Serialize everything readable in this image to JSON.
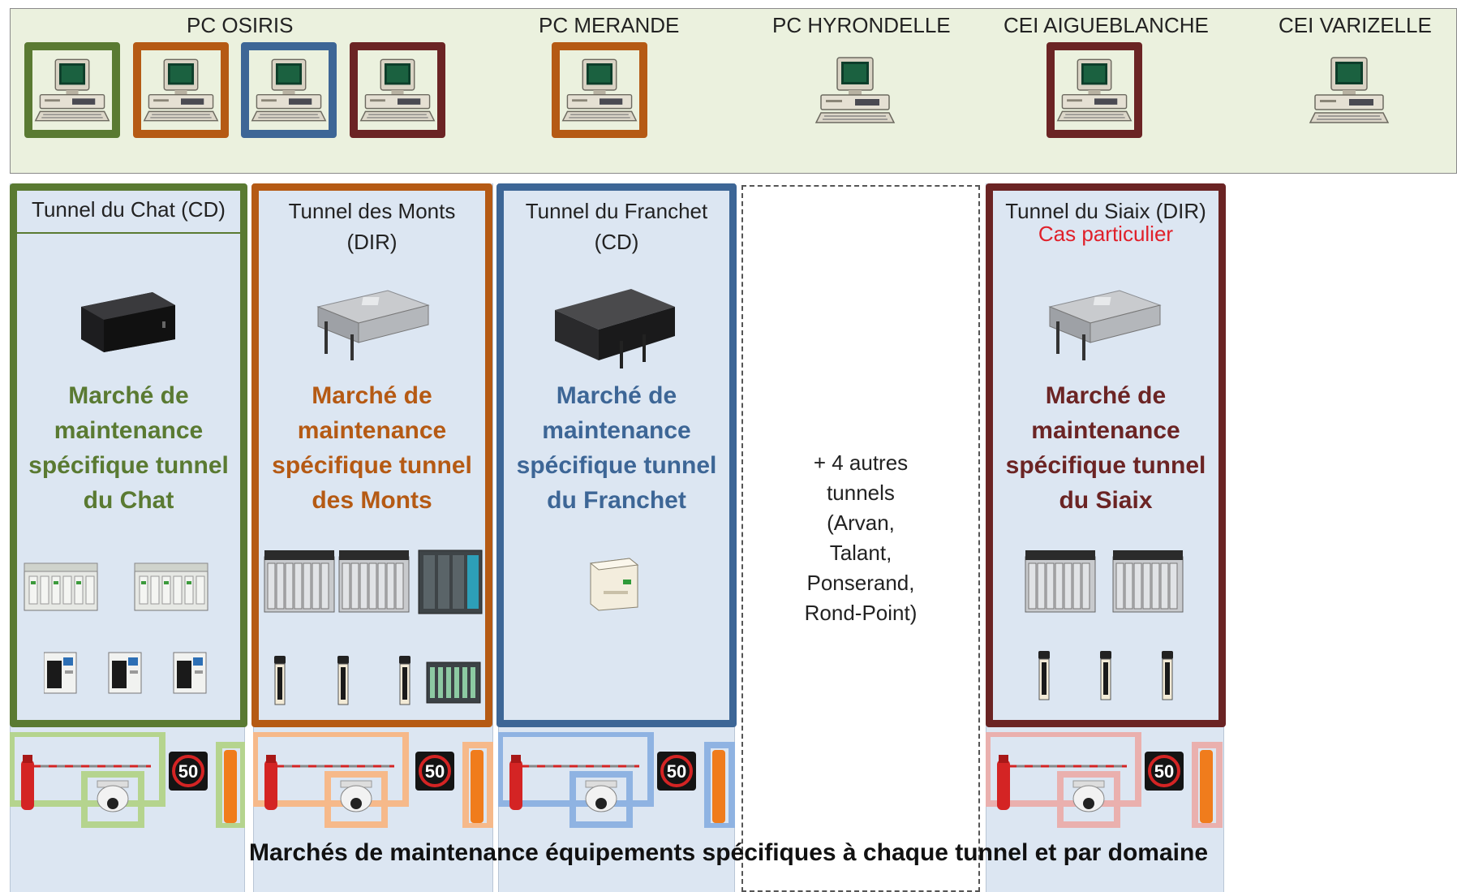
{
  "control_centers": [
    {
      "label": "PC OSIRIS"
    },
    {
      "label": "PC MERANDE"
    },
    {
      "label": "PC HYRONDELLE"
    },
    {
      "label": "CEI AIGUEBLANCHE"
    },
    {
      "label": "CEI VARIZELLE"
    }
  ],
  "tunnels": [
    {
      "title": "Tunnel du Chat (CD)",
      "subtitle": "",
      "color": "#5a7a32",
      "light": "#b5d48e",
      "market": [
        "Marché de",
        "maintenance",
        "spécifique tunnel",
        "du Chat"
      ]
    },
    {
      "title": "Tunnel des Monts",
      "title2": "(DIR)",
      "subtitle": "",
      "color": "#b55a14",
      "light": "#f6b98a",
      "market": [
        "Marché de",
        "maintenance",
        "spécifique tunnel",
        "des Monts"
      ]
    },
    {
      "title": "Tunnel du Franchet",
      "title2": "(CD)",
      "subtitle": "",
      "color": "#3d6696",
      "light": "#8fb3e2",
      "market": [
        "Marché de",
        "maintenance",
        "spécifique tunnel",
        "du Franchet"
      ]
    },
    {
      "title": "Tunnel du Siaix (DIR)",
      "subtitle": "Cas particulier",
      "color": "#6b2424",
      "light": "#eab0ae",
      "market": [
        "Marché de",
        "maintenance",
        "spécifique tunnel",
        "du Siaix"
      ]
    }
  ],
  "other_tunnels": [
    "+ 4 autres",
    "tunnels",
    "(Arvan,",
    "Talant,",
    "Ponserand,",
    "Rond-Point)"
  ],
  "speed_sign_value": "50",
  "bottom_caption": "Marchés de maintenance équipements spécifiques à chaque tunnel et par domaine",
  "colors": {
    "band_bg": "#ebf1de",
    "column_bg": "#dce6f2",
    "subtitle_red": "#e0202a"
  }
}
